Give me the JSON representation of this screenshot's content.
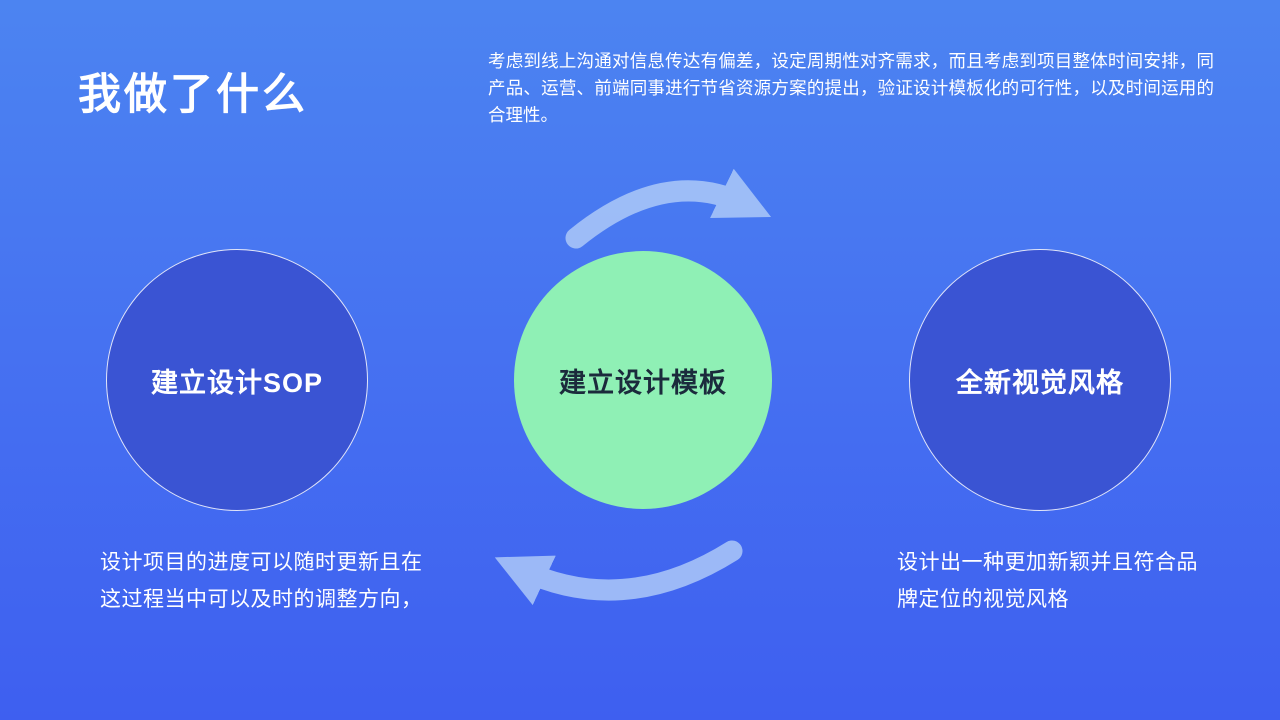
{
  "slide": {
    "title": "我做了什么",
    "intro": "考虑到线上沟通对信息传达有偏差，设定周期性对齐需求，而且考虑到项目整体时间安排，同产品、运营、前端同事进行节省资源方案的提出，验证设计模板化的可行性，以及时间运用的合理性。",
    "nodes": [
      {
        "label": "建立设计SOP",
        "fill": "#3a54d3",
        "text_color": "#ffffff"
      },
      {
        "label": "建立设计模板",
        "fill": "#8ff0b5",
        "text_color": "#1b2b3c"
      },
      {
        "label": "全新视觉风格",
        "fill": "#3a54d3",
        "text_color": "#ffffff"
      }
    ],
    "captions": {
      "left": "设计项目的进度可以随时更新且在这过程当中可以及时的调整方向，",
      "right": "设计出一种更加新颖并且符合品牌定位的视觉风格"
    },
    "colors": {
      "background_top": "#4c84f1",
      "background_bottom": "#3e5ff0",
      "arrow": "#b0ccf9"
    }
  }
}
